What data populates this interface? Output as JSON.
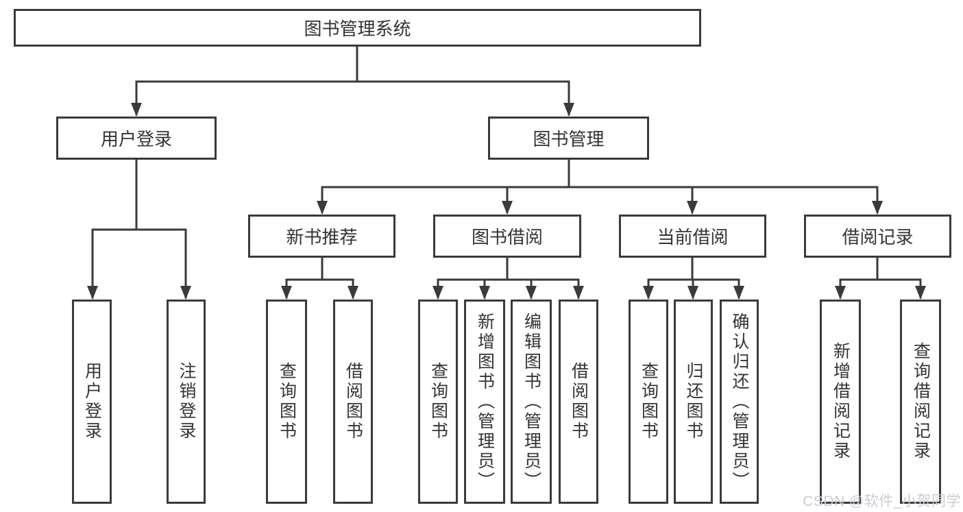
{
  "colors": {
    "line": "#3a3a3a",
    "text": "#333333",
    "background": "#ffffff",
    "watermark": "#c9cbd3"
  },
  "root": {
    "label": "图书管理系统"
  },
  "level2": [
    {
      "label": "用户登录"
    },
    {
      "label": "图书管理"
    }
  ],
  "level3": [
    {
      "label": "新书推荐"
    },
    {
      "label": "图书借阅"
    },
    {
      "label": "当前借阅"
    },
    {
      "label": "借阅记录"
    }
  ],
  "leaves": [
    {
      "label": "用户登录"
    },
    {
      "label": "注销登录"
    },
    {
      "label": "查询图书"
    },
    {
      "label": "借阅图书"
    },
    {
      "label": "查询图书"
    },
    {
      "label": "新增图书（管理员）"
    },
    {
      "label": "编辑图书（管理员）"
    },
    {
      "label": "借阅图书"
    },
    {
      "label": "查询图书"
    },
    {
      "label": "归还图书"
    },
    {
      "label": "确认归还（管理员）"
    },
    {
      "label": "新增借阅记录"
    },
    {
      "label": "查询借阅记录"
    }
  ],
  "watermark": {
    "text": "CSDN @软件_小贺同学"
  }
}
